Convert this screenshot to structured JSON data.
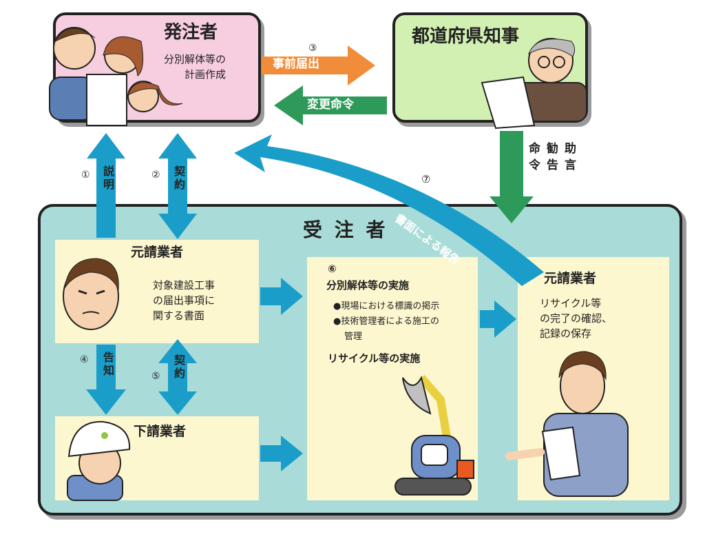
{
  "client": {
    "title": "発注者",
    "desc_line1": "分別解体等の",
    "desc_line2": "計画作成"
  },
  "governor": {
    "title": "都道府県知事"
  },
  "contractor": {
    "title": "受 注 者"
  },
  "flows": {
    "step3_num": "③",
    "step3_label": "事前届出",
    "change_order": "変更命令",
    "advice": [
      "助",
      "言"
    ],
    "recommend": [
      "勧",
      "告"
    ],
    "order": [
      "命",
      "令"
    ],
    "step7_num": "⑦",
    "step7_label": "書面による報告",
    "step1_num": "①",
    "step1_label": "説明",
    "step2_num": "②",
    "step2_label": "契約",
    "step4_num": "④",
    "step4_label": "告知",
    "step5_num": "⑤",
    "step5_label": "契約"
  },
  "prime_left": {
    "title": "元請業者",
    "line1": "対象建設工事",
    "line2": "の届出事項に",
    "line3": "関する書面"
  },
  "sub": {
    "title": "下請業者"
  },
  "implementation": {
    "num": "⑥",
    "title": "分別解体等の実施",
    "bullet1": "●現場における標識の掲示",
    "bullet2a": "●技術管理者による施工の",
    "bullet2b": "管理",
    "recycle": "リサイクル等の実施"
  },
  "prime_right": {
    "title": "元請業者",
    "line1": "リサイクル等",
    "line2": "の完了の確認、",
    "line3": "記録の保存"
  },
  "colors": {
    "teal_arrow": "#1a9ec9",
    "orange_arrow": "#f08c3a",
    "green_arrow": "#2e9a5a",
    "client_bg": "#f7cde0",
    "gov_bg": "#d2f0b2",
    "contractor_bg": "#a9dcd8",
    "panel_bg": "#fdf7cf"
  }
}
